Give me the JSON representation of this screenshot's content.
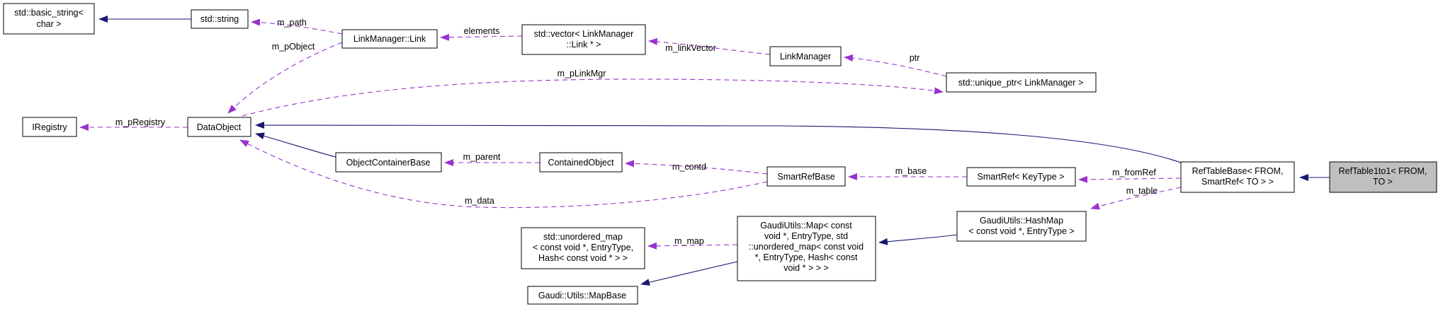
{
  "diagram": {
    "kind": "doxygen-collaboration-graph",
    "focus_class": "RefTable1to1< FROM, TO >",
    "colors": {
      "inheritance_edge": "#191970",
      "usage_edge": "#9a32cd",
      "node_fill": "#ffffff",
      "focus_node_fill": "#bfbfbf",
      "node_border": "#000000",
      "background": "#ffffff"
    },
    "nodes": [
      {
        "id": "std-basic-string",
        "lines": [
          "std::basic_string<",
          "char >"
        ]
      },
      {
        "id": "std-string",
        "lines": [
          "std::string"
        ]
      },
      {
        "id": "linkmanager-link",
        "lines": [
          "LinkManager::Link"
        ]
      },
      {
        "id": "std-vector-link",
        "lines": [
          "std::vector< LinkManager",
          "::Link * >"
        ]
      },
      {
        "id": "linkmanager",
        "lines": [
          "LinkManager"
        ]
      },
      {
        "id": "std-unique-ptr",
        "lines": [
          "std::unique_ptr< LinkManager >"
        ]
      },
      {
        "id": "iregistry",
        "lines": [
          "IRegistry"
        ]
      },
      {
        "id": "dataobject",
        "lines": [
          "DataObject"
        ]
      },
      {
        "id": "objectcontainerbase",
        "lines": [
          "ObjectContainerBase"
        ]
      },
      {
        "id": "containedobject",
        "lines": [
          "ContainedObject"
        ]
      },
      {
        "id": "smartrefbase",
        "lines": [
          "SmartRefBase"
        ]
      },
      {
        "id": "smartref-keytype",
        "lines": [
          "SmartRef< KeyType >"
        ]
      },
      {
        "id": "reftablebase",
        "lines": [
          "RefTableBase< FROM,",
          "SmartRef< TO > >"
        ]
      },
      {
        "id": "reftable1to1",
        "lines": [
          "RefTable1to1< FROM,",
          "TO >"
        ]
      },
      {
        "id": "gaudiutils-hashmap",
        "lines": [
          "GaudiUtils::HashMap",
          "< const void *, EntryType >"
        ]
      },
      {
        "id": "gaudiutils-map",
        "lines": [
          "GaudiUtils::Map< const",
          "void *, EntryType, std",
          "::unordered_map< const void",
          "*, EntryType, Hash< const",
          "void * > > >"
        ]
      },
      {
        "id": "std-unordered-map",
        "lines": [
          "std::unordered_map",
          "< const void *, EntryType,",
          "Hash< const void * > >"
        ]
      },
      {
        "id": "gaudi-utils-mapbase",
        "lines": [
          "Gaudi::Utils::MapBase"
        ]
      }
    ],
    "usage_edges": [
      {
        "label": "m_path",
        "from": "LinkManager::Link",
        "to": "std::string"
      },
      {
        "label": "m_pObject",
        "from": "LinkManager::Link",
        "to": "DataObject"
      },
      {
        "label": "elements",
        "from": "std::vector< LinkManager::Link * >",
        "to": "LinkManager::Link"
      },
      {
        "label": "m_linkVector",
        "from": "LinkManager",
        "to": "std::vector< LinkManager::Link * >"
      },
      {
        "label": "ptr",
        "from": "std::unique_ptr< LinkManager >",
        "to": "LinkManager"
      },
      {
        "label": "m_pLinkMgr",
        "from": "DataObject",
        "to": "std::unique_ptr< LinkManager >"
      },
      {
        "label": "m_pRegistry",
        "from": "DataObject",
        "to": "IRegistry"
      },
      {
        "label": "m_parent",
        "from": "ContainedObject",
        "to": "ObjectContainerBase"
      },
      {
        "label": "m_contd",
        "from": "SmartRefBase",
        "to": "ContainedObject"
      },
      {
        "label": "m_base",
        "from": "SmartRef< KeyType >",
        "to": "SmartRefBase"
      },
      {
        "label": "m_data",
        "from": "SmartRefBase",
        "to": "DataObject"
      },
      {
        "label": "m_fromRef",
        "from": "RefTableBase< FROM, SmartRef< TO > >",
        "to": "SmartRef< KeyType >"
      },
      {
        "label": "m_table",
        "from": "RefTableBase< FROM, SmartRef< TO > >",
        "to": "GaudiUtils::HashMap< const void *, EntryType >"
      },
      {
        "label": "m_map",
        "from": "GaudiUtils::Map",
        "to": "std::unordered_map"
      }
    ],
    "inheritance_edges": [
      {
        "from": "std::string",
        "to": "std::basic_string< char >"
      },
      {
        "from": "ObjectContainerBase",
        "to": "DataObject"
      },
      {
        "from": "RefTableBase< FROM, SmartRef< TO > >",
        "to": "DataObject"
      },
      {
        "from": "RefTable1to1< FROM, TO >",
        "to": "RefTableBase< FROM, SmartRef< TO > >"
      },
      {
        "from": "GaudiUtils::HashMap< const void *, EntryType >",
        "to": "GaudiUtils::Map"
      },
      {
        "from": "GaudiUtils::Map",
        "to": "Gaudi::Utils::MapBase"
      }
    ]
  }
}
